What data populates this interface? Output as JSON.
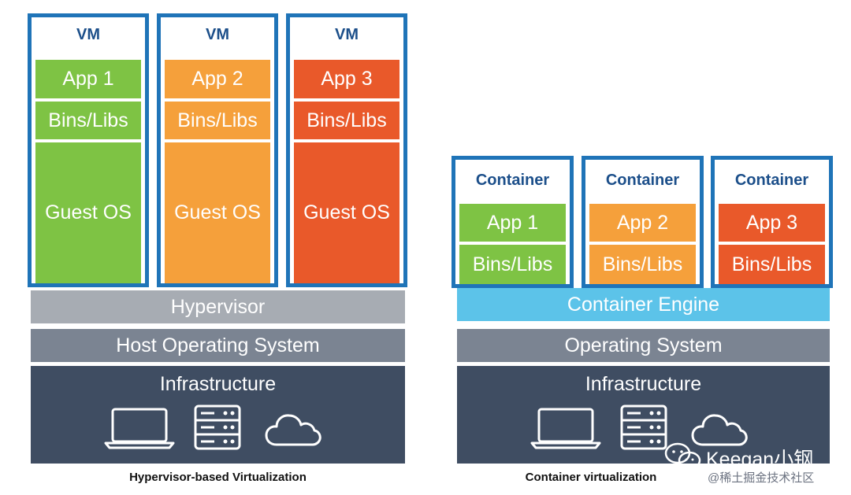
{
  "left": {
    "vms": [
      {
        "title": "VM",
        "app": "App 1",
        "bins": "Bins/Libs",
        "os": "Guest OS"
      },
      {
        "title": "VM",
        "app": "App 2",
        "bins": "Bins/Libs",
        "os": "Guest OS"
      },
      {
        "title": "VM",
        "app": "App 3",
        "bins": "Bins/Libs",
        "os": "Guest OS"
      }
    ],
    "hypervisor": "Hypervisor",
    "host_os": "Host Operating System",
    "infrastructure": "Infrastructure",
    "caption": "Hypervisor-based Virtualization"
  },
  "right": {
    "containers": [
      {
        "title": "Container",
        "app": "App 1",
        "bins": "Bins/Libs"
      },
      {
        "title": "Container",
        "app": "App 2",
        "bins": "Bins/Libs"
      },
      {
        "title": "Container",
        "app": "App 3",
        "bins": "Bins/Libs"
      }
    ],
    "engine": "Container Engine",
    "os": "Operating System",
    "infrastructure": "Infrastructure",
    "caption": "Container virtualization"
  },
  "watermark": {
    "name": "Keegan小钢",
    "community": "@稀土掘金技术社区"
  },
  "colors": {
    "frame_blue": "#1f74b8",
    "green": "#7ec344",
    "orange": "#f5a03b",
    "red": "#e9592a",
    "hypervisor_gray": "#a7acb3",
    "os_gray": "#7b8492",
    "infra_navy": "#3f4d62",
    "engine_blue": "#5cc3e9"
  },
  "icons": [
    "laptop-icon",
    "server-icon",
    "cloud-icon",
    "wechat-icon"
  ]
}
